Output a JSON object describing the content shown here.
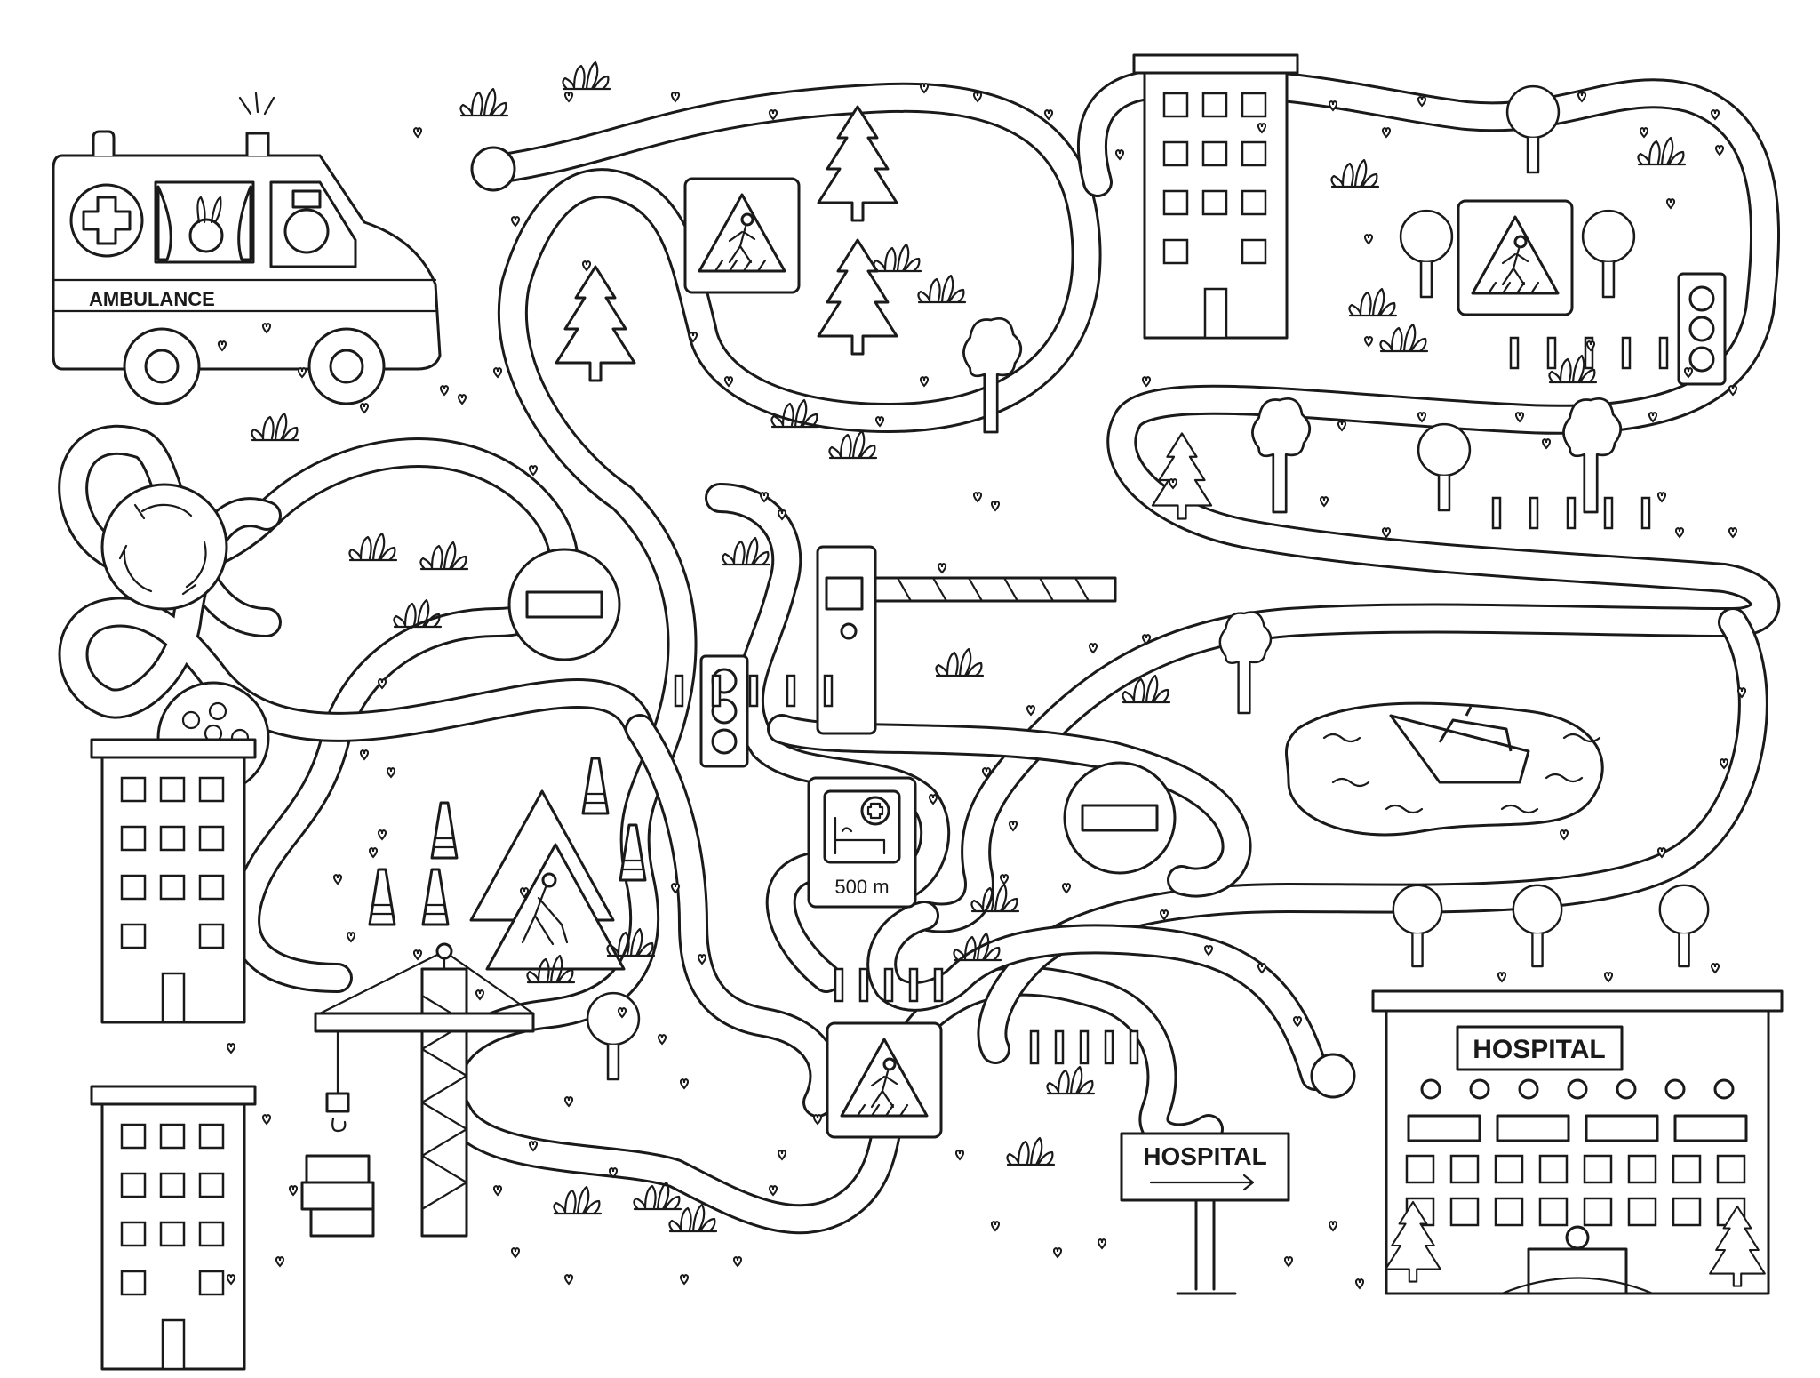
{
  "labels": {
    "ambulance": "AMBULANCE",
    "hospital_building": "HOSPITAL",
    "hospital_sign": "HOSPITAL",
    "distance": "500 m"
  },
  "maze": {
    "start": "ambulance",
    "goal": "hospital"
  },
  "colors": {
    "ink": "#1a1a1a",
    "paper": "#ffffff"
  }
}
